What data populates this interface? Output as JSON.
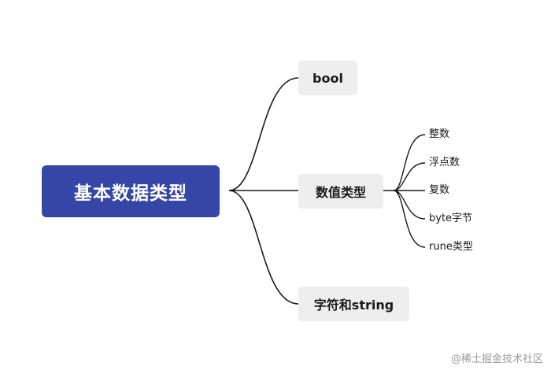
{
  "mindmap": {
    "root": "基本数据类型",
    "branches": [
      {
        "label": "bool",
        "children": []
      },
      {
        "label": "数值类型",
        "children": [
          "整数",
          "浮点数",
          "复数",
          "byte字节",
          "rune类型"
        ]
      },
      {
        "label": "字符和string",
        "children": []
      }
    ]
  },
  "watermark": "@稀土掘金技术社区",
  "colors": {
    "root_fill": "#3546a6",
    "branch_fill": "#eeeeee",
    "connector": "#1a1a1a"
  }
}
